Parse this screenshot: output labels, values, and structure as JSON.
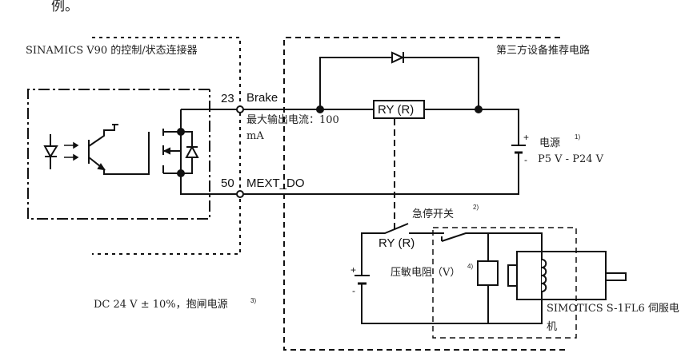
{
  "intro_tail": "例。",
  "connector_title": "SINAMICS V90 的控制/状态连接器",
  "third_party_title": "第三方设备推荐电路",
  "terminal_23": {
    "pin": "23",
    "name": "Brake"
  },
  "terminal_50": {
    "pin": "50",
    "name": "MEXT_DO"
  },
  "max_current_line1": "最大输出电流：100",
  "max_current_line2": "mA",
  "relay_coil_label": "RY (R)",
  "relay_contact_label": "RY (R)",
  "power_supply_label": "电源",
  "power_supply_note": "1)",
  "power_supply_range": "P5 V - P24 V",
  "estop_label": "急停开关",
  "estop_note": "2)",
  "varistor_label": "压敏电阻（V）",
  "varistor_note": "4)",
  "motor_label_line1": "SIMOTICS S-1FL6 伺服电",
  "motor_label_line2": "机",
  "brake_supply_label": "DC 24 V ± 10%，抱闸电源",
  "brake_supply_note": "3)",
  "battery_plus": "+",
  "battery_minus": "-"
}
